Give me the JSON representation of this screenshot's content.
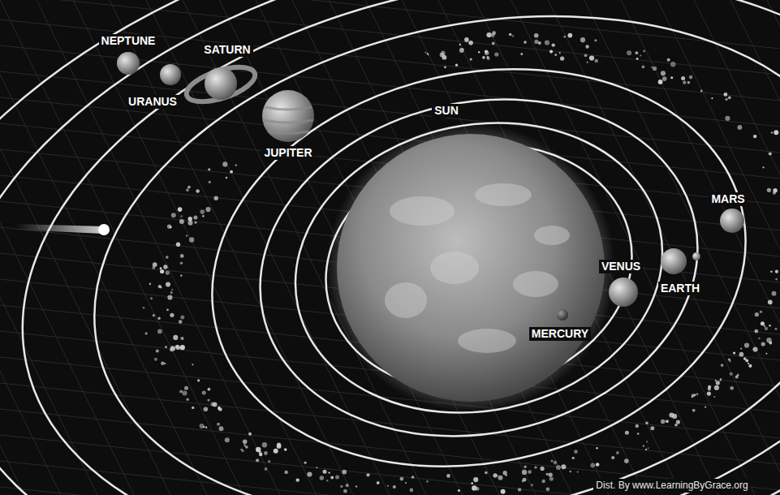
{
  "diagram": {
    "labels": [
      "NEPTUNE",
      "URANUS",
      "SATURN",
      "JUPITER",
      "SUN",
      "MERCURY",
      "VENUS",
      "EARTH",
      "MARS",
      "Dist. By www.LearningByGrace.org"
    ]
  }
}
